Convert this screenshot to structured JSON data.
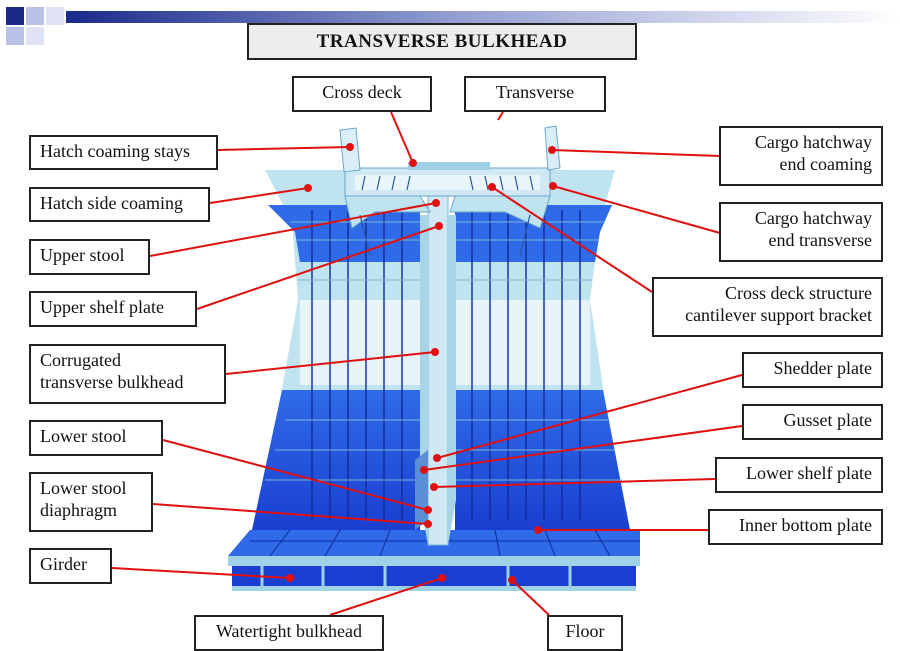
{
  "title": "TRANSVERSE BULKHEAD",
  "labels": {
    "cross_deck": "Cross deck",
    "transverse": "Transverse",
    "hatch_coaming_stays": "Hatch coaming stays",
    "hatch_side_coaming": "Hatch side coaming",
    "upper_stool": "Upper stool",
    "upper_shelf_plate": "Upper shelf plate",
    "corrugated_1": "Corrugated",
    "corrugated_2": "transverse bulkhead",
    "lower_stool": "Lower stool",
    "lower_stool_diaphragm_1": "Lower stool",
    "lower_stool_diaphragm_2": "diaphragm",
    "girder": "Girder",
    "watertight_bulkhead": "Watertight bulkhead",
    "floor": "Floor",
    "cargo_hatchway_end_coaming_1": "Cargo hatchway",
    "cargo_hatchway_end_coaming_2": "end coaming",
    "cargo_hatchway_end_transverse_1": "Cargo hatchway",
    "cargo_hatchway_end_transverse_2": "end transverse",
    "cross_deck_bracket_1": "Cross deck structure",
    "cross_deck_bracket_2": "cantilever support bracket",
    "shedder_plate": "Shedder plate",
    "gusset_plate": "Gusset plate",
    "lower_shelf_plate": "Lower shelf plate",
    "inner_bottom_plate": "Inner bottom plate"
  },
  "colors": {
    "leader_line": "#e01010",
    "deep_blue": "#1a3fd0",
    "mid_blue": "#2f6be8",
    "light_cyan": "#bfe3ef",
    "pale_blue": "#d8ecf6",
    "corner_square": "#1a2a8a"
  }
}
